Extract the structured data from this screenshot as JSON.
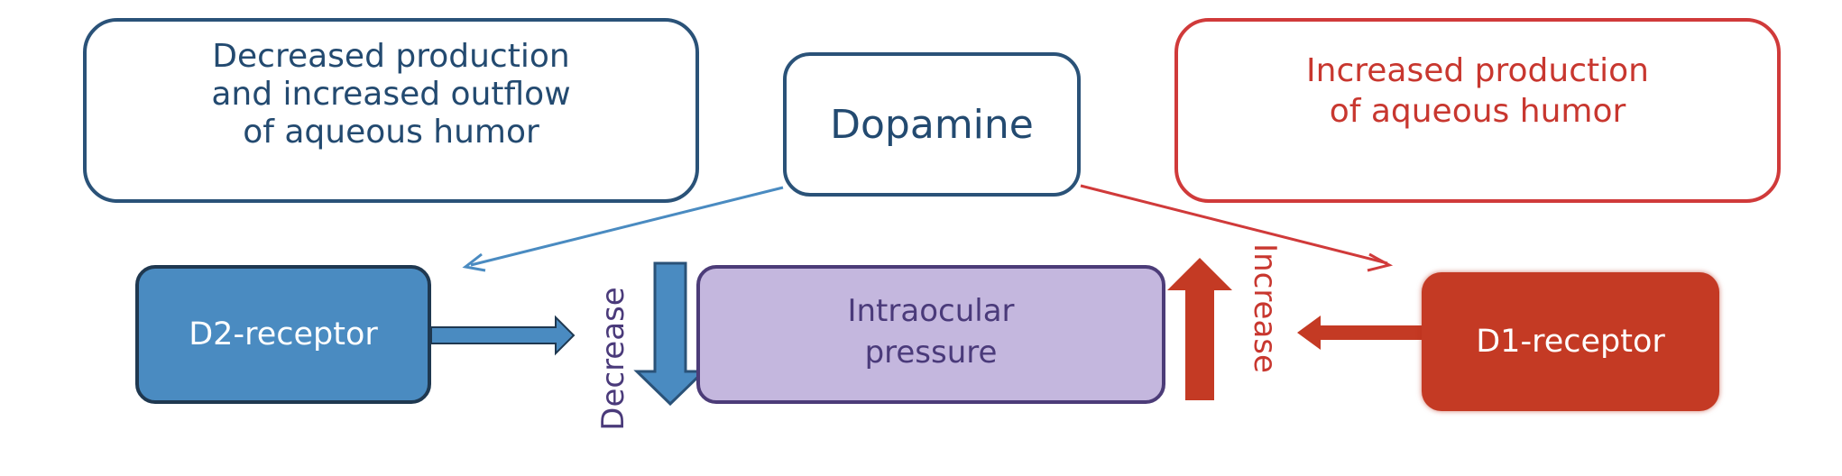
{
  "diagram": {
    "top_left_box": "Decreased production\nand increased outflow\nof aqueous humor",
    "dopamine": "Dopamine",
    "top_right_box": "Increased production\nof aqueous humor",
    "d2_receptor": "D2-receptor",
    "intraocular_pressure": "Intraocular\npressure",
    "d1_receptor": "D1-receptor",
    "decrease_label": "Decrease",
    "increase_label": "Increase"
  },
  "colors": {
    "blue_dark": "#234a70",
    "blue_fill": "#4a8bc1",
    "red": "#c8372f",
    "red_fill": "#c43a24",
    "purple_fill": "#c4b7de",
    "purple_text": "#4a3a7a"
  }
}
